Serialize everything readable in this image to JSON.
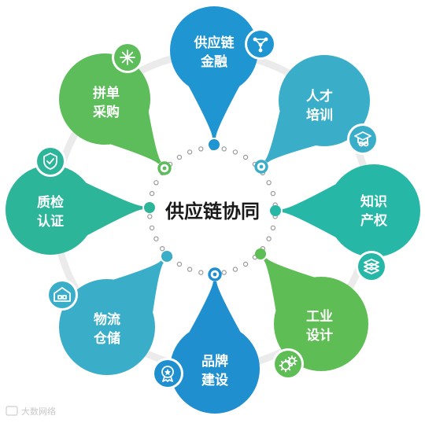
{
  "center": {
    "title": "供应链协同"
  },
  "nodes": [
    {
      "id": "finance",
      "line1": "供应链",
      "line2": "金融",
      "color": "#1f95d2",
      "icon": "network-icon"
    },
    {
      "id": "talent",
      "line1": "人才",
      "line2": "培训",
      "color": "#3aaec8",
      "icon": "graduation-cap-icon"
    },
    {
      "id": "ip",
      "line1": "知识",
      "line2": "产权",
      "color": "#26b7a6",
      "icon": "stack-icon"
    },
    {
      "id": "design",
      "line1": "工业",
      "line2": "设计",
      "color": "#5fbd55",
      "icon": "gears-icon"
    },
    {
      "id": "brand",
      "line1": "品牌",
      "line2": "建设",
      "color": "#1f8fd0",
      "icon": "award-icon"
    },
    {
      "id": "logistics",
      "line1": "物流",
      "line2": "仓储",
      "color": "#3aaec8",
      "icon": "warehouse-icon"
    },
    {
      "id": "quality",
      "line1": "质检",
      "line2": "认证",
      "color": "#2db59a",
      "icon": "shield-check-icon"
    },
    {
      "id": "purchase",
      "line1": "拼单",
      "line2": "采购",
      "color": "#5cbd5a",
      "icon": "snowflake-icon"
    }
  ],
  "colors": {
    "ring": "#ebebeb",
    "dot_stroke": "#9a9a9a"
  },
  "watermark": "大数网络"
}
